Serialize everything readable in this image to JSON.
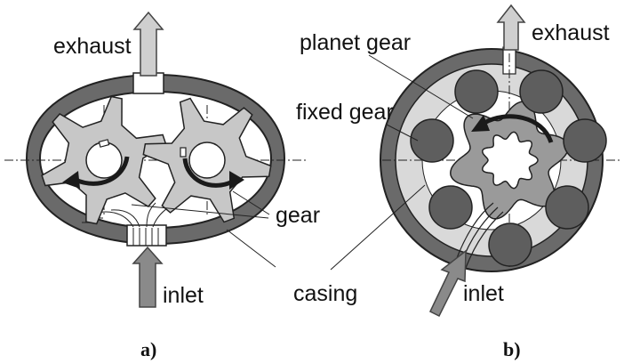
{
  "panel_a": {
    "caption": "a)",
    "labels": {
      "exhaust": "exhaust",
      "inlet": "inlet",
      "gear": "gear"
    }
  },
  "panel_b": {
    "caption": "b)",
    "labels": {
      "exhaust": "exhaust",
      "planet_gear": "planet gear",
      "fixed_gear": "fixed gear",
      "inlet": "inlet"
    }
  },
  "shared_labels": {
    "casing": "casing"
  },
  "colors": {
    "casing": "#6a6a6a",
    "gear": "#c7c7c7",
    "planet_rollers": "#5e5e5e",
    "ring": "#d9d9d9",
    "fixed_gear": "#9a9a9a",
    "arrow_fill": "#cfcfcf",
    "inlet_arrow": "#8a8a8a",
    "rotation_arrow": "#1a1a1a"
  },
  "icons": {
    "exhaust_arrow": "up-arrow-icon",
    "inlet_arrow": "up-arrow-icon",
    "rotation_arrow": "curved-arrow-icon"
  }
}
